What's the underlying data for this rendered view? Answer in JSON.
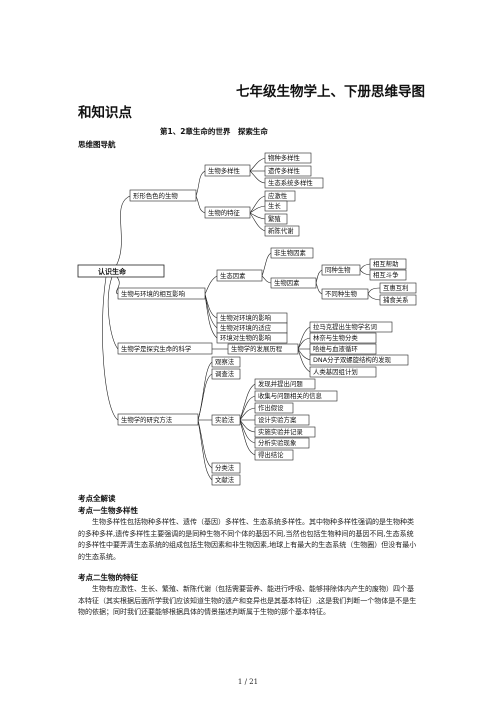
{
  "doc": {
    "title_line1": "七年级生物学上、下册思维导图",
    "title_line2": "和知识点",
    "chapter": "第1、2章生命的世界　探索生命",
    "nav_heading": "思维图导航"
  },
  "mindmap": {
    "root": "认识生命",
    "b1": "形形色色的生物",
    "b1_1": "生物多样性",
    "b1_1_items": [
      "物种多样性",
      "遗传多样性",
      "生态系统多样性"
    ],
    "b1_2": "生物的特征",
    "b1_2_items": [
      "应激性",
      "生长",
      "繁殖",
      "新陈代谢"
    ],
    "b2": "生物与环境的相互影响",
    "b2_1": "生态因素",
    "b2_1a": "非生物因素",
    "b2_1b": "生物因素",
    "b2_same": "同种生物",
    "b2_same_items": [
      "相互帮助",
      "相互斗争"
    ],
    "b2_diff": "不同种生物",
    "b2_diff_items": [
      "互惠互利",
      "捕食关系"
    ],
    "b2_items": [
      "生物对环境的影响",
      "生物对环境的适应",
      "环境对生物的影响"
    ],
    "b3": "生物学是探究生命的科学",
    "b3_1": "生物学的发展历程",
    "b3_1_items": [
      "拉马克提出生物学名词",
      "林奈与生物分类",
      "哈维与血液循环",
      "DNA分子双螺旋结构的发现",
      "人类基因组计划"
    ],
    "b4": "生物学的研究方法",
    "b4_items": [
      "观察法",
      "调查法",
      "实验法",
      "分类法",
      "文献法"
    ],
    "b4_exp_items": [
      "发现并提出问题",
      "收集与问题相关的信息",
      "作出假设",
      "设计实验方案",
      "实施实验并记录",
      "分析实验现象",
      "得出结论"
    ]
  },
  "content": {
    "section_heading": "考点全解读",
    "point1_title": "考点一生物多样性",
    "point1_text": "生物多样性包括物种多样性、遗传（基因）多样性、生态系统多样性。其中物种多样性强调的是生物种类的多种多样,遗传多样性主要强调的是同种生物不同个体的基因不同,当然也包括生物种间的基因不同,生态系统的多样性中要弄清生态系统的组成包括生物因素和非生物因素,地球上有最大的生态系统（生物圈）但没有最小的生态系统。",
    "point2_title": "考点二生物的特征",
    "point2_text": "生物有应激性、生长、繁殖、新陈代谢（包括需要营养、能进行呼吸、能够排除体内产生的废物）四个基本特征（其实根据后面所学我们应该知道生物的遗产和变异也是其基本特征）,这是我们判断一个物体是不是生物的依据；同时我们还要能够根据具体的情景描述判断属于生物的那个基本特征。"
  },
  "footer": {
    "page": "1 / 21"
  }
}
